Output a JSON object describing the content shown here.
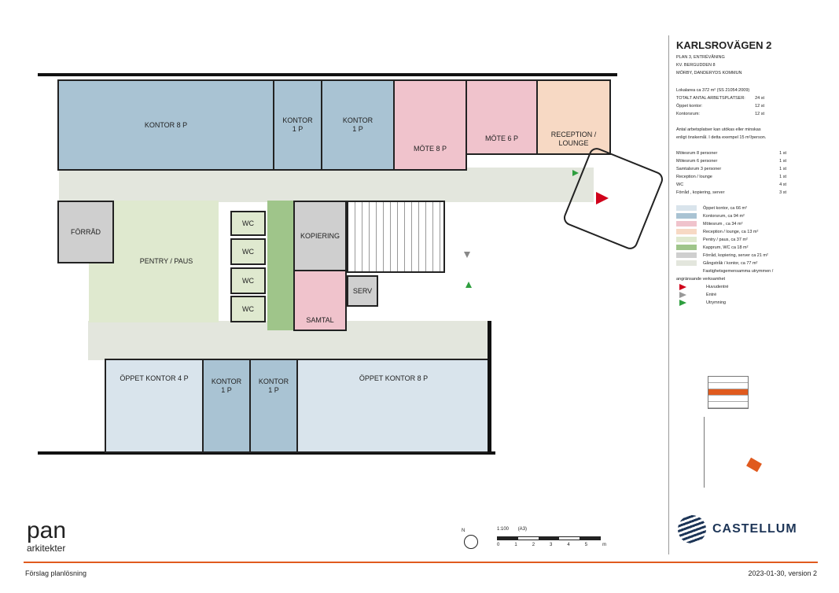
{
  "title": "KARLSROVÄGEN 2",
  "subtitle": [
    "PLAN 3, ENTRÉVÅNING",
    "KV. BERGUDDEN 8",
    "MÖRBY, DANDERYDS KOMMUN"
  ],
  "area": [
    {
      "label": "Lokalarea ca 372 m² (SS 21054:2009)",
      "value": ""
    },
    {
      "label": "TOTALT ANTAL ARBETSPLATSER:",
      "value": "24 st"
    },
    {
      "label": "Öppet kontor:",
      "value": "12 st"
    },
    {
      "label": "Kontorsrum:",
      "value": "12 st"
    }
  ],
  "note": "Antal arbetsplatser kan utökas eller minskas enligt önskemål. I detta exempel 15 m²/person.",
  "counts": [
    {
      "label": "Mötesrum 8 personer",
      "value": "1 st"
    },
    {
      "label": "Mötesrum 6 personer",
      "value": "1 st"
    },
    {
      "label": "Samtalsrum 3 personer",
      "value": "1 st"
    },
    {
      "label": "Reception / lounge",
      "value": "1 st"
    },
    {
      "label": "WC",
      "value": "4 st"
    },
    {
      "label": "Förråd , kopiering, server",
      "value": "3 st"
    }
  ],
  "legend": [
    {
      "label": "Öppet kontor, ca 66 m²",
      "color": "#d9e4ec"
    },
    {
      "label": "Kontorsrum, ca 94 m²",
      "color": "#a9c3d3"
    },
    {
      "label": "Mötesrum , ca 34 m²",
      "color": "#f0c3cc"
    },
    {
      "label": "Reception / lounge, ca 13 m²",
      "color": "#f7d9c4"
    },
    {
      "label": "Pentry / paus, ca 37 m²",
      "color": "#dfe9cf"
    },
    {
      "label": "Kapprum, WC ca 18 m²",
      "color": "#9fc58a"
    },
    {
      "label": "Förråd, kopiering, server ca 21 m²",
      "color": "#cfcfcf"
    },
    {
      "label": "Gångstråk / kontor, ca 77 m²",
      "color": "#e3e6dd"
    },
    {
      "label": "Fastighetsgemensamma utrymmen / angränsande verksamhet",
      "color": "#ffffff"
    }
  ],
  "markers": [
    {
      "label": "Huvudentré",
      "color": "#d0021b"
    },
    {
      "label": "Entré",
      "color": "#ffffff"
    },
    {
      "label": "Utrymning",
      "color": "#2e9e3e"
    }
  ],
  "rooms": {
    "kontor8": "KONTOR 8 P",
    "kontor1": "KONTOR\n1 P",
    "mote8": "MÖTE 8 P",
    "mote6": "MÖTE 6 P",
    "reception": "RECEPTION /\nLOUNGE",
    "forrad": "FÖRRÅD",
    "pentry": "PENTRY / PAUS",
    "wc": "WC",
    "kopiering": "KOPIERING",
    "serv": "SERV",
    "samtal": "SAMTAL",
    "oppet4": "ÖPPET KONTOR 4 P",
    "oppet8": "ÖPPET KONTOR 8 P"
  },
  "scale": {
    "label": "1:100",
    "paper": "(A3)",
    "ticks": [
      "0",
      "1",
      "2",
      "3",
      "4",
      "5"
    ],
    "unit": "m",
    "north": "N"
  },
  "footer": {
    "logo": "pan",
    "logo_sub": "arkitekter",
    "left": "Förslag planlösning",
    "right": "2023-01-30, version 2",
    "brand": "CASTELLUM"
  }
}
